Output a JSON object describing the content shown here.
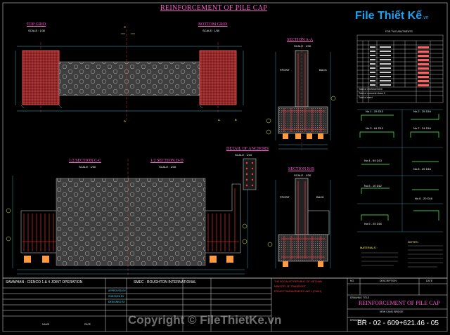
{
  "drawing_title": "REINFORCEMENT OF PILE CAP",
  "views": {
    "top_grid": {
      "title": "TOP GRID",
      "scale": "SCALE : 1/30"
    },
    "bottom_grid": {
      "title": "BOTTOM GRID",
      "scale": "SCALE : 1/30"
    },
    "section_aa": {
      "title": "SECTION A-A",
      "scale": "SCALE : 1/30",
      "front": "FRONT",
      "back": "BACK"
    },
    "section_cc": {
      "title": "1/2 SECTION C-C",
      "scale": "SCALE : 1/30"
    },
    "section_dd": {
      "title": "1/2 SECTION D-D",
      "scale": "SCALE : 1/30"
    },
    "detail_anchors": {
      "title": "DETAIL OF ANCHORS",
      "scale": "SCALE : 1/10"
    },
    "section_bb": {
      "title": "SECTION B-B",
      "scale": "SCALE : 1/30",
      "front": "FRONT",
      "back": "BACK"
    }
  },
  "section_markers": {
    "a": "A",
    "b": "B",
    "c": "C",
    "d": "D"
  },
  "bar_schedule": {
    "subtitle": "FOR TWO ABUTMENTS",
    "rows": 12,
    "total_rows": [
      "Total of reinforcement",
      "Total of concrete class C",
      "Total of steel"
    ]
  },
  "bar_marks": [
    "No.1 - 25 D13",
    "No.2 - 25 D16",
    "No.3 - 64 D13",
    "No.7 - 24 D16",
    "No.4 - 64 D13",
    "No.8 - 25 D16",
    "No.5 - 10 D12",
    "No.6 - 20 D16",
    "No.9 - 25 D16"
  ],
  "notes": {
    "materials": "MATERIALS :",
    "notes": "NOTES :"
  },
  "title_block": {
    "joint_operation": "SAMWHAN - CIENCO 1 & 4  JOINT OPERATION",
    "consultant": "SMEC - ROUGHTON INTERNATIONAL",
    "owner_lines": [
      "THE SOCIALIST REPUBLIC OF VIET NAM",
      "MINISTRY OF TRANSPORT",
      "PROJECT MANAGEMENT UNIT 1 (PMU1)"
    ],
    "revision_header": {
      "no": "NO.",
      "description": "DESCRIPTION",
      "date": "DATE"
    },
    "drawing_title_label": "DRAWING TITLE",
    "drawing_title": "REINFORCEMENT OF PILE CAP",
    "bridge_name": "NEW CANG BRIDGE",
    "drawing_no_label": "DRAWING No.",
    "drawing_number": "BR - 02 - 609+621.46 - 05",
    "approved": [
      "APPROVED BY",
      "CHECKED BY",
      "DESIGNED BY"
    ],
    "name_label": "NAME",
    "date_label": "DATE"
  },
  "logo": {
    "text": "File Thiết Kế",
    "suffix": ".vn"
  },
  "watermark": "Copyright © FileThietKe.vn",
  "colors": {
    "background": "#000000",
    "title": "#ff5ad2",
    "concrete_fill": "#4a4a4a",
    "rebar": "#ff3030",
    "dimension": "#4fe3ff",
    "logo": "#1da1f2"
  }
}
